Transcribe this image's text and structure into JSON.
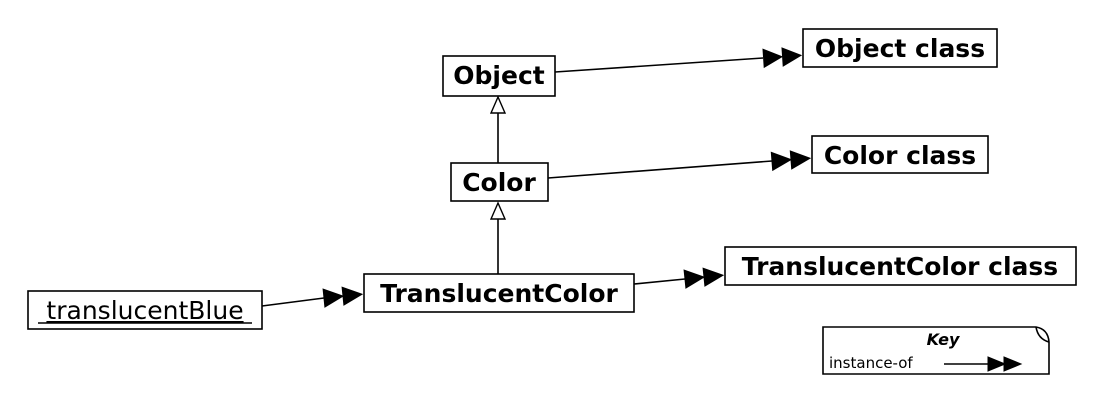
{
  "nodes": {
    "object": "Object",
    "object_class": "Object class",
    "color": "Color",
    "color_class": "Color class",
    "translucent_color": "TranslucentColor",
    "translucent_color_class": "TranslucentColor class",
    "translucent_blue": "translucentBlue"
  },
  "relations": [
    {
      "kind": "instance-of",
      "from": "object",
      "to": "object_class"
    },
    {
      "kind": "instance-of",
      "from": "color",
      "to": "color_class"
    },
    {
      "kind": "instance-of",
      "from": "translucent_color",
      "to": "translucent_color_class"
    },
    {
      "kind": "instance-of",
      "from": "translucent_blue",
      "to": "translucent_color"
    },
    {
      "kind": "generalization",
      "from": "color",
      "to": "object"
    },
    {
      "kind": "generalization",
      "from": "translucent_color",
      "to": "color"
    }
  ],
  "key": {
    "title": "Key",
    "instance_of_label": "instance-of"
  }
}
